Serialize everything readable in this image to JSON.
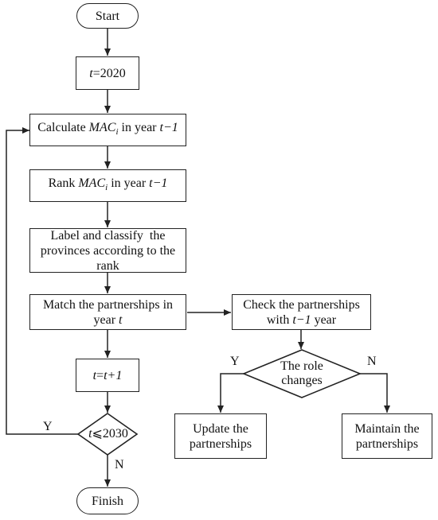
{
  "nodes": {
    "start": "Start",
    "init": {
      "var": "t",
      "rest": "=2020"
    },
    "calc": {
      "pre": "Calculate ",
      "var": "MAC",
      "sub": "i",
      "mid": " in year ",
      "year": "t−1"
    },
    "rank": {
      "pre": "Rank ",
      "var": "MAC",
      "sub": "i",
      "mid": " in year ",
      "year": "t−1"
    },
    "label": {
      "line1": "Label and classify  the",
      "line2": "provinces according to the rank"
    },
    "match": {
      "line1": "Match the partnerships in",
      "pre2": "year ",
      "var2": "t"
    },
    "increment": {
      "v1": "t",
      "eq": "=",
      "v2": "t+1"
    },
    "loop_check": {
      "var": "t",
      "rest": "⩽2030"
    },
    "finish": "Finish",
    "check": {
      "line1": "Check the partnerships",
      "pre2": "with ",
      "var2": "t−1",
      "post2": " year"
    },
    "role": {
      "line1": "The role",
      "line2": "changes"
    },
    "update": {
      "line1": "Update the",
      "line2": "partnerships"
    },
    "maintain": {
      "line1": "Maintain the",
      "line2": "partnerships"
    }
  },
  "edge_labels": {
    "loop_yes": "Y",
    "loop_no": "N",
    "role_yes": "Y",
    "role_no": "N"
  }
}
